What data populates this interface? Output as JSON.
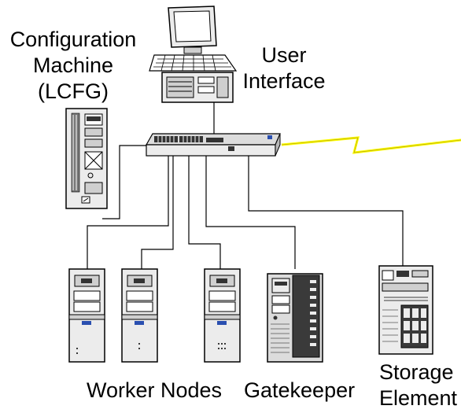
{
  "labels": {
    "config_line1": "Configuration",
    "config_line2": "Machine",
    "config_line3": "(LCFG)",
    "ui_line1": "User",
    "ui_line2": "Interface",
    "worker_nodes": "Worker Nodes",
    "gatekeeper": "Gatekeeper",
    "storage_line1": "Storage",
    "storage_line2": "Element"
  },
  "colors": {
    "wire": "#000000",
    "wan_link": "#ffff00",
    "device_light": "#ececec",
    "device_mid": "#cfcfcf",
    "device_dark": "#3a3a3a",
    "accent": "#2a4fb0"
  }
}
